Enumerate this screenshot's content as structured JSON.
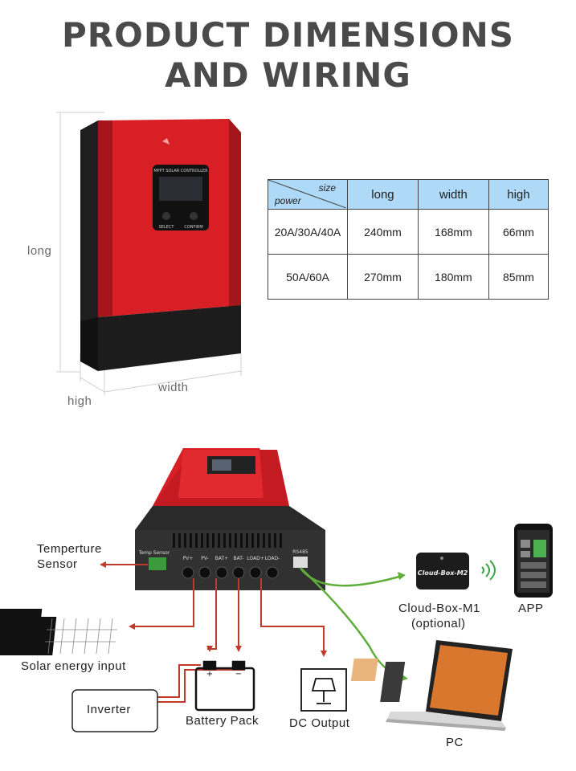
{
  "title": {
    "line1": "PRODUCT DIMENSIONS",
    "line2": "AND WIRING"
  },
  "device": {
    "screen_label": "MPPT SOLAR CONTROLLER",
    "button_left": "SELECT",
    "button_right": "CONFIRM",
    "port_header_temp": "Temp Sensor",
    "ports": [
      "PV+",
      "PV-",
      "BAT+",
      "BAT-",
      "LOAD+",
      "LOAD-"
    ],
    "port_rs485": "RS485"
  },
  "dimensions": {
    "long": "long",
    "width": "width",
    "high": "high"
  },
  "table": {
    "corner_size": "size",
    "corner_power": "power",
    "headers": [
      "long",
      "width",
      "high"
    ],
    "rows": [
      {
        "power": "20A/30A/40A",
        "long": "240mm",
        "width": "168mm",
        "high": "66mm"
      },
      {
        "power": "50A/60A",
        "long": "270mm",
        "width": "180mm",
        "high": "85mm"
      }
    ]
  },
  "wiring": {
    "temp_sensor": [
      "Temperture",
      "Sensor"
    ],
    "solar": "Solar energy input",
    "inverter": "Inverter",
    "battery": "Battery Pack",
    "dc_output": "DC Output",
    "cloud_box": [
      "Cloud-Box-M1",
      "(optional)"
    ],
    "cloud_box_device_text": "Cloud-Box-M2",
    "app": "APP",
    "pc": "PC"
  },
  "colors": {
    "device_red": "#d81f26",
    "wire_red": "#c0392b",
    "wire_green": "#5fae3c",
    "table_blue": "#aed9f7"
  }
}
